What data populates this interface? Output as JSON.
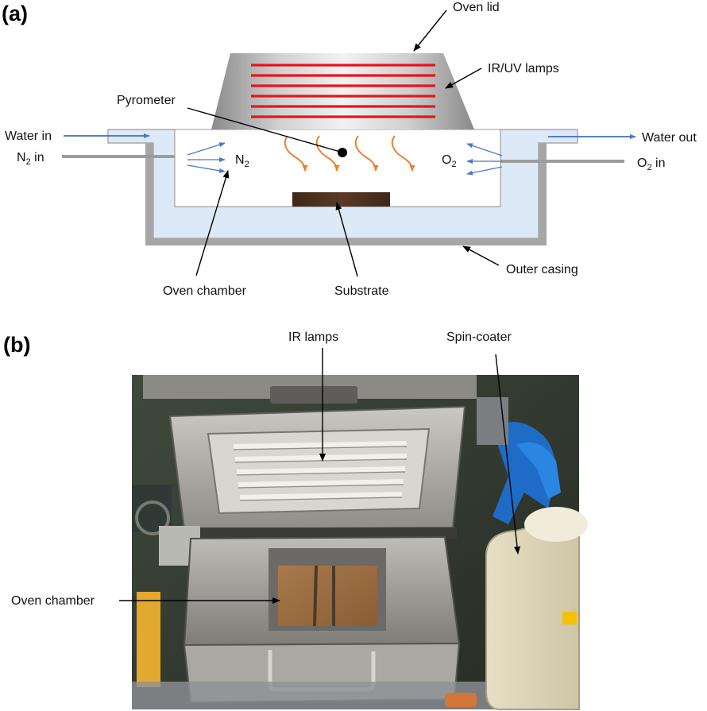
{
  "panel_a": {
    "tag": "(a)",
    "labels": {
      "oven_lid": "Oven lid",
      "ir_uv_lamps": "IR/UV lamps",
      "pyrometer": "Pyrometer",
      "water_in": "Water in",
      "water_out": "Water out",
      "n2_in_main": "N",
      "n2_in_sub": "2",
      "n2_in_tail": " in",
      "o2_in_main": "O",
      "o2_in_sub": "2",
      "o2_in_tail": " in",
      "n2_gas_main": "N",
      "n2_gas_sub": "2",
      "o2_gas_main": "O",
      "o2_gas_sub": "2",
      "outer_casing": "Outer casing",
      "oven_chamber": "Oven chamber",
      "substrate": "Substrate"
    },
    "colors": {
      "lamp": "#e8141b",
      "heat_arrow": "#f07f2a",
      "gas_arrow": "#4a78c8",
      "water_arrow": "#3d6fc4",
      "water": "#dde9f6",
      "casing": "#9a9a9a",
      "substrate": "#4a2f1f"
    }
  },
  "panel_b": {
    "tag": "(b)",
    "labels": {
      "ir_lamps": "IR lamps",
      "spin_coater": "Spin-coater",
      "oven_chamber": "Oven chamber"
    }
  }
}
